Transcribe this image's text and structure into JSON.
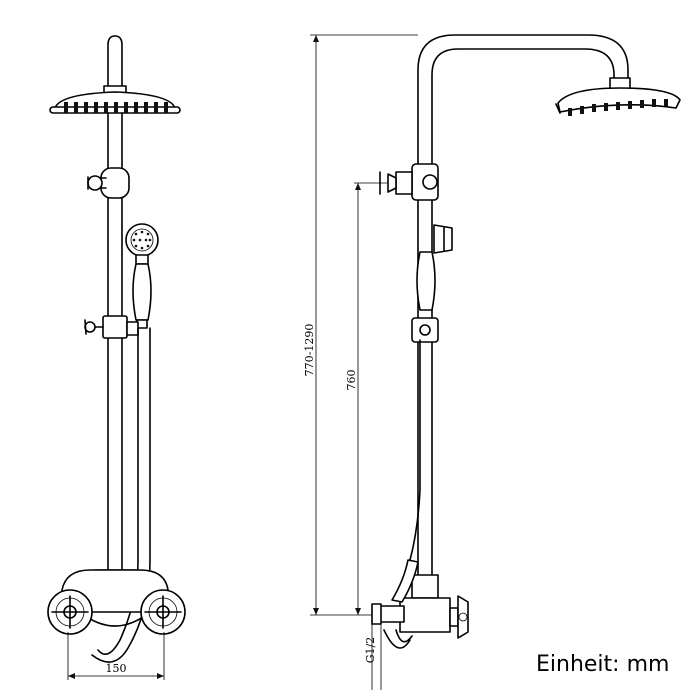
{
  "dimensions": {
    "total_height": "770-1290",
    "slide_height": "760",
    "width": "150",
    "thread": "G1/2"
  },
  "unit_label": "Einheit: mm"
}
